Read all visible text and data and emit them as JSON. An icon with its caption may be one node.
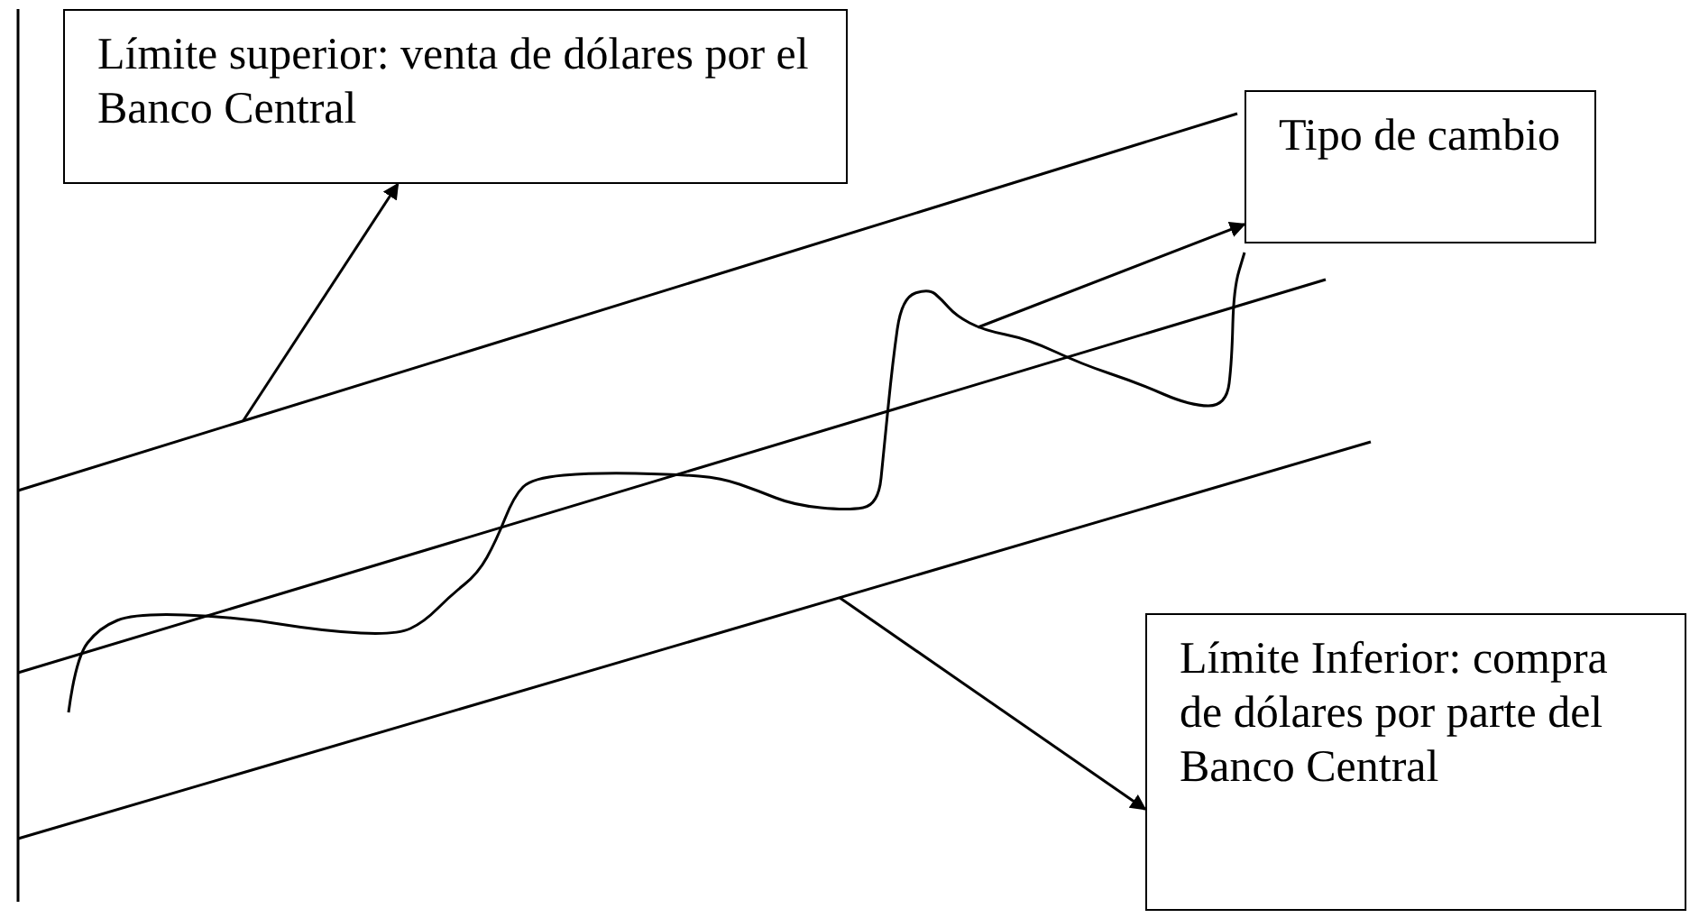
{
  "diagram": {
    "nodes": [
      {
        "text": [
          "Límite superior: venta de dólares por el Banco Central"
        ]
      },
      {
        "text": [
          "Tipo de cambio"
        ]
      },
      {
        "text": [
          "Límite Inferior: compra de dólares por parte del Banco Central"
        ]
      },
      {
        "text": [],
        "shape": "line"
      },
      {
        "text": [],
        "shape": "curve"
      },
      {
        "text": [],
        "shape": "line"
      }
    ],
    "edges": [
      {
        "from": 3,
        "to": 0,
        "arrow": "to"
      },
      {
        "from": 4,
        "to": 1,
        "arrow": "to"
      },
      {
        "from": 5,
        "to": 2,
        "arrow": "to"
      }
    ]
  }
}
